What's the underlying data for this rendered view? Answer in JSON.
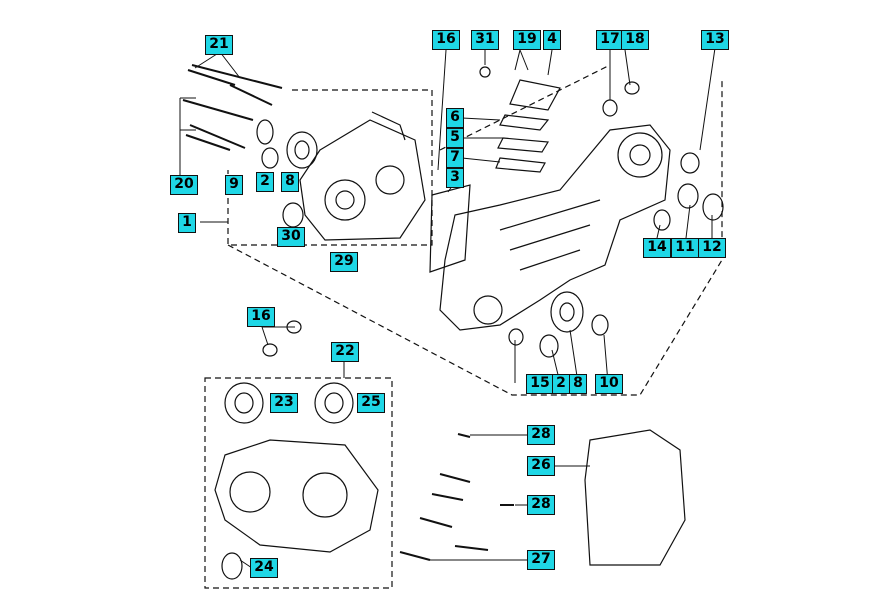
{
  "diagram": {
    "callouts": [
      {
        "id": "c21",
        "label": "21"
      },
      {
        "id": "c16a",
        "label": "16"
      },
      {
        "id": "c31",
        "label": "31"
      },
      {
        "id": "c19",
        "label": "19"
      },
      {
        "id": "c4",
        "label": "4"
      },
      {
        "id": "c17",
        "label": "17"
      },
      {
        "id": "c18",
        "label": "18"
      },
      {
        "id": "c13",
        "label": "13"
      },
      {
        "id": "c6",
        "label": "6"
      },
      {
        "id": "c5",
        "label": "5"
      },
      {
        "id": "c7",
        "label": "7"
      },
      {
        "id": "c3",
        "label": "3"
      },
      {
        "id": "c20",
        "label": "20"
      },
      {
        "id": "c9",
        "label": "9"
      },
      {
        "id": "c2a",
        "label": "2"
      },
      {
        "id": "c8a",
        "label": "8"
      },
      {
        "id": "c1",
        "label": "1"
      },
      {
        "id": "c30",
        "label": "30"
      },
      {
        "id": "c29",
        "label": "29"
      },
      {
        "id": "c14",
        "label": "14"
      },
      {
        "id": "c11",
        "label": "11"
      },
      {
        "id": "c12",
        "label": "12"
      },
      {
        "id": "c16b",
        "label": "16"
      },
      {
        "id": "c22",
        "label": "22"
      },
      {
        "id": "c15",
        "label": "15"
      },
      {
        "id": "c2b",
        "label": "2"
      },
      {
        "id": "c8b",
        "label": "8"
      },
      {
        "id": "c10",
        "label": "10"
      },
      {
        "id": "c23",
        "label": "23"
      },
      {
        "id": "c25",
        "label": "25"
      },
      {
        "id": "c28a",
        "label": "28"
      },
      {
        "id": "c26",
        "label": "26"
      },
      {
        "id": "c28b",
        "label": "28"
      },
      {
        "id": "c27",
        "label": "27"
      },
      {
        "id": "c24",
        "label": "24"
      }
    ]
  }
}
